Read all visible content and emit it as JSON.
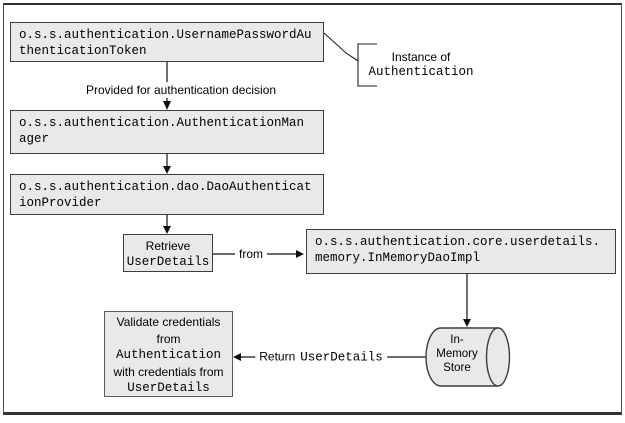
{
  "colors": {
    "background": "#ffffff",
    "box_fill": "#e9e9e9",
    "box_border": "#3d3d3d",
    "connector": "#111111",
    "frame_border": "#333333"
  },
  "boxes": {
    "token": {
      "lines": [
        "o.s.s.authentication.UsernamePasswordAu",
        "thenticationToken"
      ]
    },
    "manager": {
      "lines": [
        "o.s.s.authentication.AuthenticationMan",
        "ager"
      ]
    },
    "dao_provider": {
      "lines": [
        "o.s.s.authentication.dao.DaoAuthenticat",
        "ionProvider"
      ]
    },
    "inmemory_dao": {
      "lines": [
        "o.s.s.authentication.core.userdetails.",
        "memory.InMemoryDaoImpl"
      ]
    },
    "retrieve": {
      "line1": "Retrieve",
      "line2": "UserDetails"
    },
    "validate": {
      "line1": "Validate credentials",
      "line2": "from",
      "line3": "Authentication",
      "line4": "with credentials from",
      "line5": "UserDetails"
    },
    "datastore": {
      "line1": "In-",
      "line2": "Memory",
      "line3": "Store"
    }
  },
  "labels": {
    "provided": "Provided for authentication decision",
    "from": "from",
    "return_text": "Return",
    "return_class": "UserDetails",
    "instance_line1": "Instance of",
    "instance_line2": "Authentication"
  }
}
